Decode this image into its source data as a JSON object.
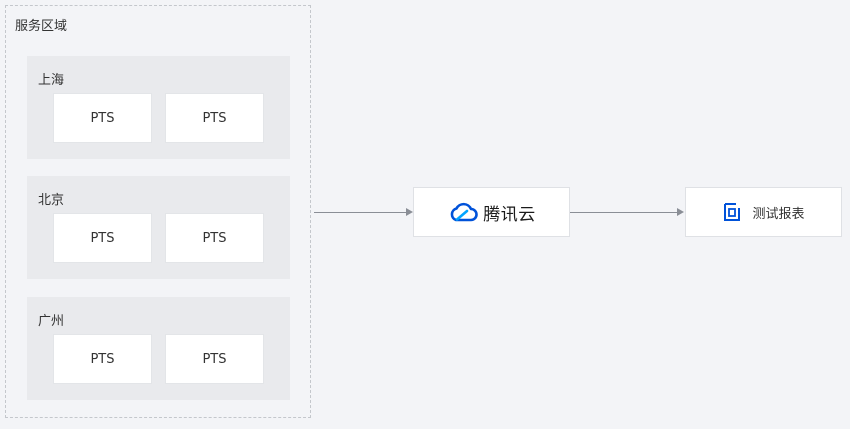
{
  "service_area": {
    "title": "服务区域"
  },
  "regions": [
    {
      "name": "上海",
      "nodes": [
        "PTS",
        "PTS"
      ]
    },
    {
      "name": "北京",
      "nodes": [
        "PTS",
        "PTS"
      ]
    },
    {
      "name": "广州",
      "nodes": [
        "PTS",
        "PTS"
      ]
    }
  ],
  "cloud": {
    "label": "腾讯云",
    "icon": "tencent-cloud-logo-icon",
    "colors": {
      "blue": "#0052d9",
      "cyan": "#00a4ff"
    }
  },
  "report": {
    "label": "测试报表",
    "icon": "report-document-icon",
    "color": "#0052d9"
  }
}
